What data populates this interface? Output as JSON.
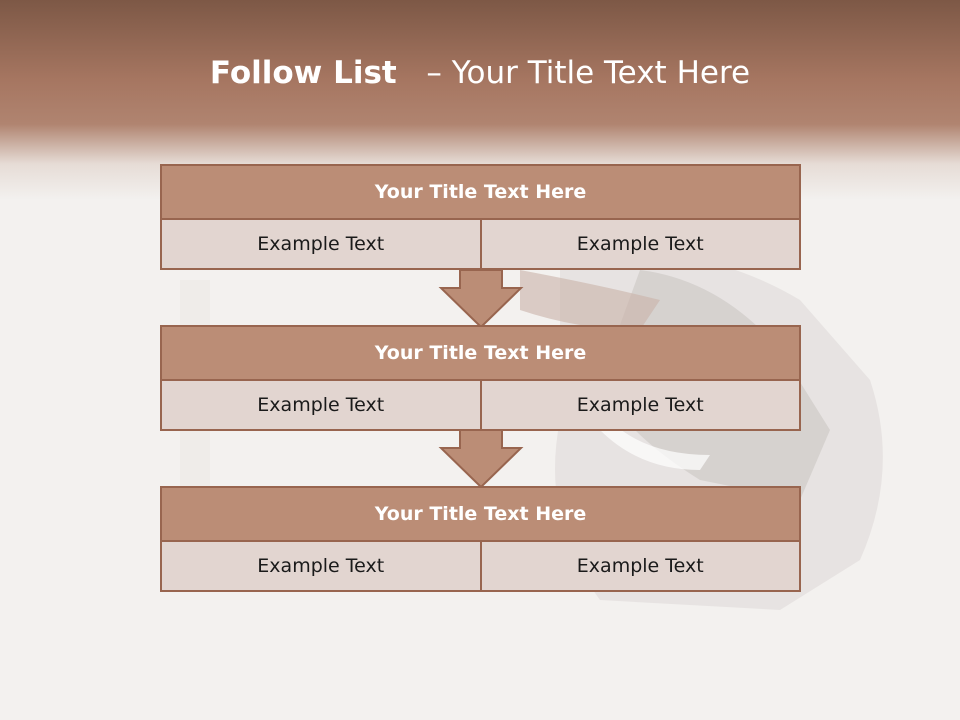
{
  "slide": {
    "title_bold": "Follow List",
    "title_rest": "– Your Title Text Here"
  },
  "blocks": [
    {
      "title": "Your Title Text Here",
      "cells": [
        "Example Text",
        "Example Text"
      ]
    },
    {
      "title": "Your Title Text Here",
      "cells": [
        "Example Text",
        "Example Text"
      ]
    },
    {
      "title": "Your Title Text Here",
      "cells": [
        "Example Text",
        "Example Text"
      ]
    }
  ],
  "colors": {
    "header_brown": "#a67661",
    "block_title_fill": "#bb8d76",
    "cell_fill": "#e2d5d0",
    "border": "#98654f"
  }
}
